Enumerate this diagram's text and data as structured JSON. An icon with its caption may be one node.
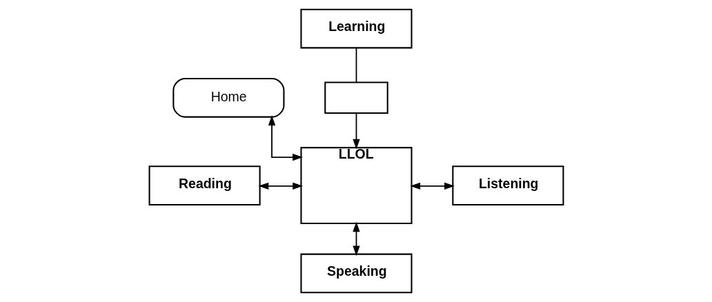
{
  "diagram": {
    "nodes": [
      {
        "text": [
          "Home"
        ]
      },
      {
        "text": [
          "Learning"
        ]
      },
      {
        "text": [],
        "shape": "box"
      },
      {
        "text": [
          "Reading"
        ]
      },
      {
        "text": [
          "LLOL"
        ]
      },
      {
        "text": [
          "Listening"
        ]
      },
      {
        "text": [
          "Speaking"
        ]
      }
    ],
    "edges": [
      {
        "from": 1,
        "to": 2,
        "arrow": "none"
      },
      {
        "from": 2,
        "to": 4,
        "arrow": "to"
      },
      {
        "from": 0,
        "to": 4,
        "arrow": "both"
      },
      {
        "from": 3,
        "to": 4,
        "arrow": "both"
      },
      {
        "from": 4,
        "to": 5,
        "arrow": "both"
      },
      {
        "from": 4,
        "to": 6,
        "arrow": "both"
      }
    ]
  }
}
